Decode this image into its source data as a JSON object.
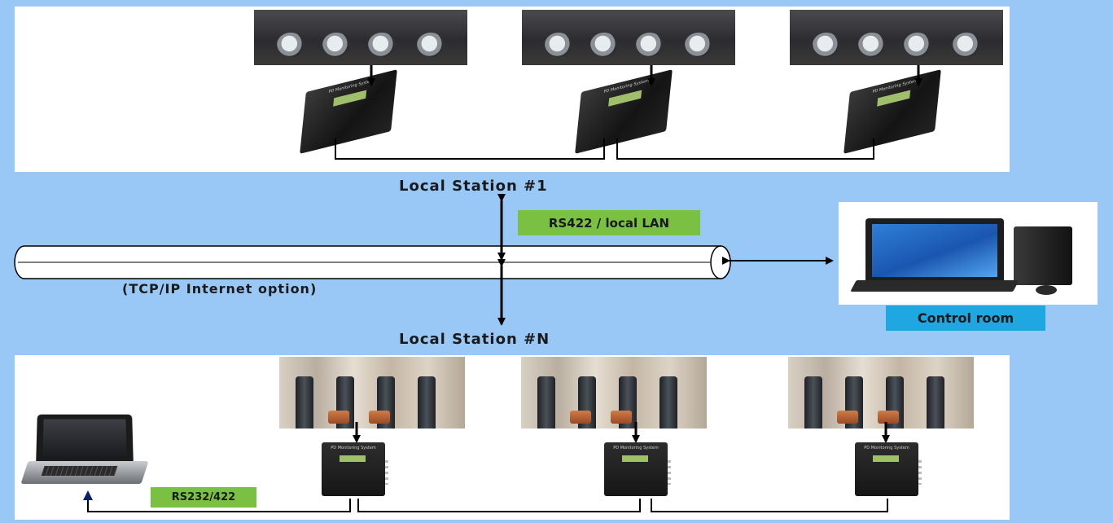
{
  "labels": {
    "station_1": "Local Station #1",
    "station_n": "Local Station #N",
    "link_rs422": "RS422 / local LAN",
    "bus": "(TCP/IP Internet option)",
    "control_room": "Control room",
    "link_rs232": "RS232/422"
  },
  "colors": {
    "background": "#99c8f6",
    "tag_green": "#7ac143",
    "tag_blue": "#1ea7e1",
    "arrow": "#000000"
  },
  "icons": {
    "switchgear": "switchgear-photo",
    "cable_termination": "cable-termination-photo",
    "monitor_unit": "pd-monitoring-unit",
    "computer": "desktop-computer",
    "laptop": "laptop-computer"
  },
  "device_text": "PD Monitoring System"
}
